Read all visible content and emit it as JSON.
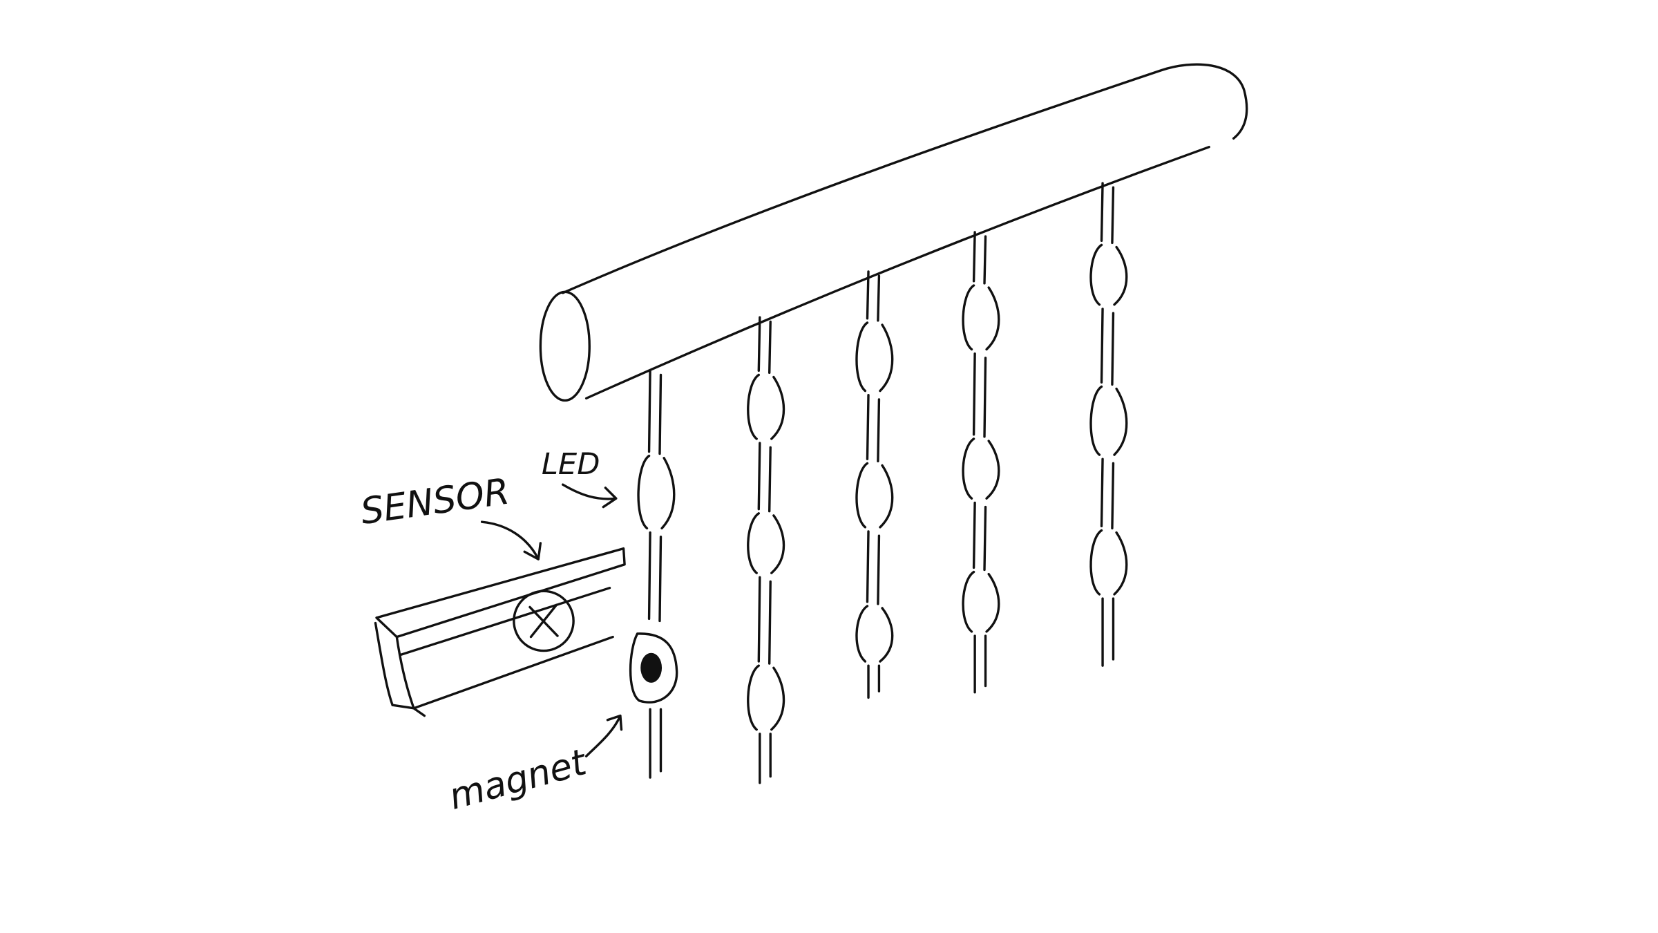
{
  "labels": {
    "sensor": "SENSOR",
    "led": "LED",
    "magnet": "magnet"
  },
  "colors": {
    "ink": "#111111",
    "background": "#ffffff"
  },
  "strand_count": 5
}
